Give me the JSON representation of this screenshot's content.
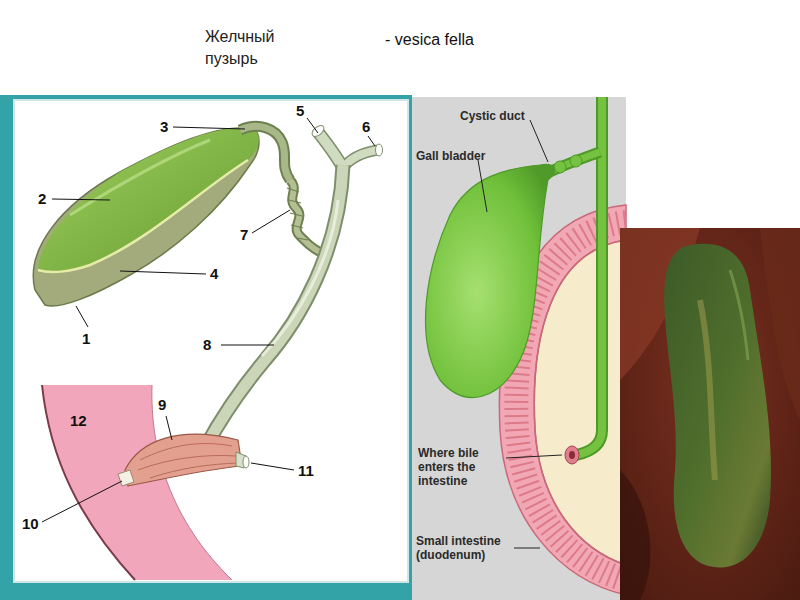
{
  "diagram": {
    "title": "Желчный пузырь",
    "labels": [
      "- vesica fella",
      "1",
      "2",
      "3",
      "4",
      "5",
      "6",
      "7",
      "8",
      "9",
      "10",
      "11",
      "12",
      "Cystic duct",
      "Gall bladder",
      "Where bile enters the intestine",
      "Small intestine (duodenum)"
    ]
  }
}
